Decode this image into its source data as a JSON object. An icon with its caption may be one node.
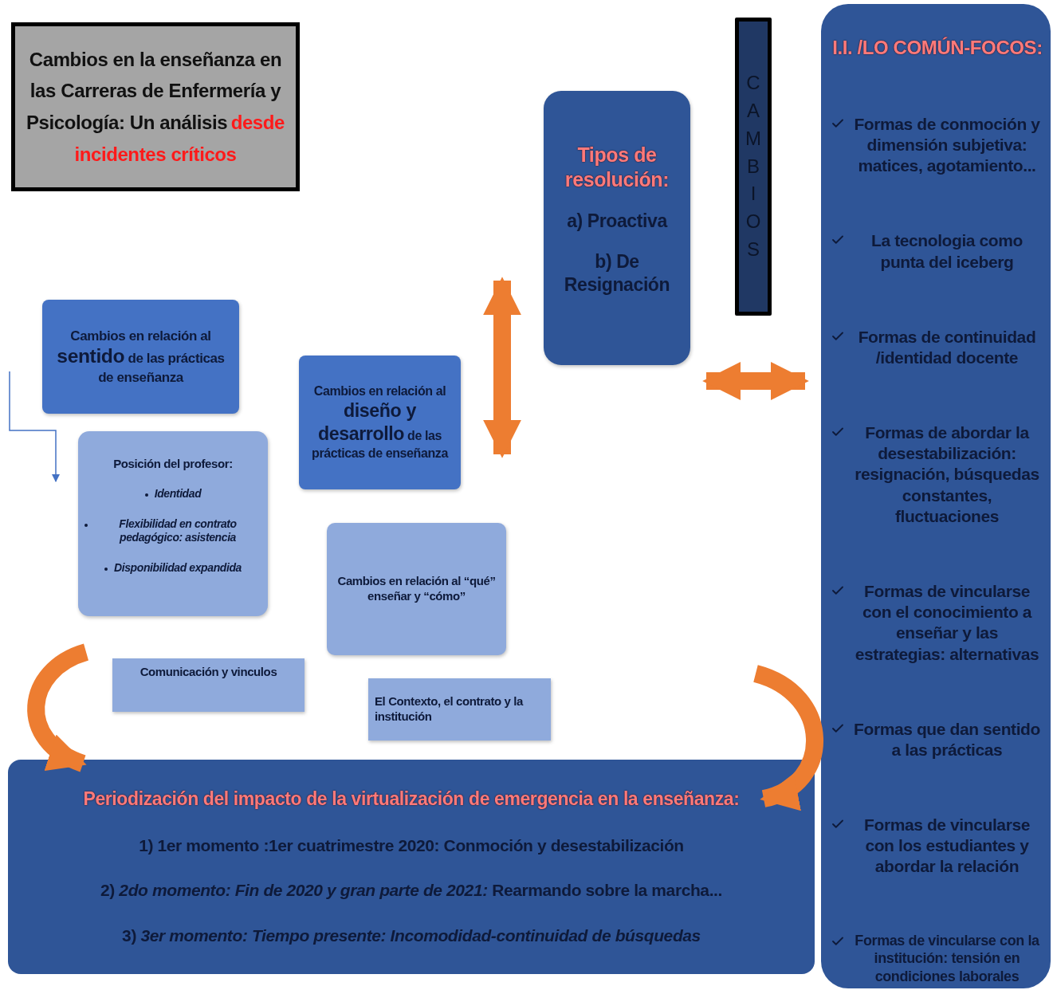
{
  "diagram": {
    "nodes": [
      {
        "text": [
          "Cambios en la enseñanza en las Carreras de Enfermería y Psicología: Un análisis",
          "desde incidentes críticos"
        ]
      },
      {
        "text": [
          "CAMBIOS"
        ]
      },
      {
        "text": [
          "Tipos de resolución:",
          "a) Proactiva",
          "b) De Resignación"
        ]
      },
      {
        "text": [
          "I.I. /LO COMÚN-FOCOS:",
          "Formas de conmoción y dimensión subjetiva: matices, agotamiento...",
          "La tecnologia como punta del iceberg",
          "Formas de continuidad /identidad docente",
          "Formas de abordar la desestabilización: resignación, búsquedas constantes, fluctuaciones",
          "Formas de vincularse con el conocimiento a enseñar y las estrategias: alternativas",
          "Formas que dan sentido a las prácticas",
          "Formas de vincularse con los estudiantes y abordar la relación",
          "Formas de vincularse con la institución: tensión en condiciones laborales"
        ]
      },
      {
        "text": [
          "Cambios en relación al **sentido** de las prácticas de enseñanza"
        ]
      },
      {
        "text": [
          "Posición del profesor:",
          "Identidad",
          "Flexibilidad en contrato pedagógico: asistencia",
          "Disponibilidad expandida"
        ]
      },
      {
        "text": [
          "Cambios en relación al **diseño y desarrollo** de las prácticas de enseñanza"
        ]
      },
      {
        "text": [
          "Cambios en relación al “qué” enseñar y “cómo”"
        ]
      },
      {
        "text": [
          "Comunicación y vinculos"
        ]
      },
      {
        "text": [
          "El Contexto, el contrato y la institución"
        ]
      },
      {
        "text": [
          "Periodización del impacto de la virtualización de emergencia en la enseñanza:",
          "1) 1er momento :1er cuatrimestre 2020: Conmoción y desestabilización",
          "2) *2do momento: Fin de 2020 y gran parte de 2021:* Rearmando sobre la marcha...",
          "3) *3er momento: Tiempo presente: Incomodidad-continuidad de búsquedas*"
        ]
      }
    ],
    "edges": [
      {
        "from": 6,
        "to": 2,
        "arrow": "both"
      },
      {
        "from": 2,
        "to": 3,
        "arrow": "both"
      },
      {
        "from": null,
        "to": 10,
        "arrow": "to"
      },
      {
        "from": null,
        "to": 10,
        "arrow": "to"
      },
      {
        "from": null,
        "to": 5,
        "arrow": "to",
        "color": "#4472c4"
      }
    ]
  }
}
